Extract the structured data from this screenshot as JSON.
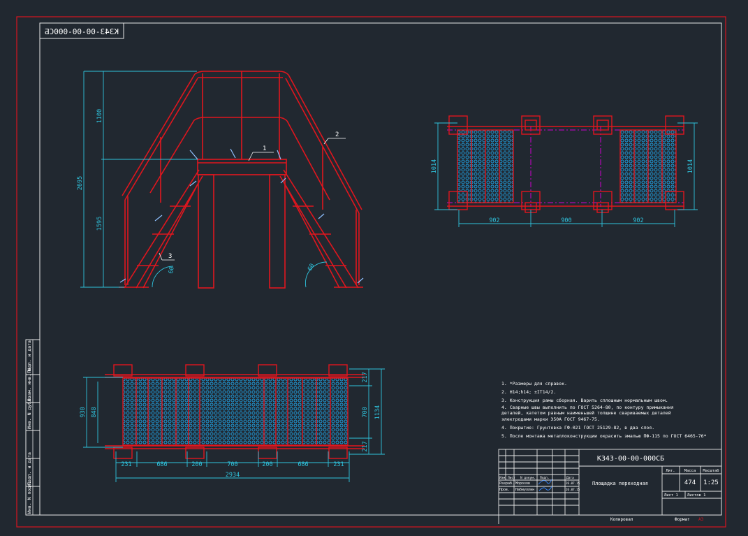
{
  "colors": {
    "background": "#212830",
    "frame": "#e8e8e8",
    "sheet_border": "#d8141f",
    "structure": "#e0161e",
    "dimension": "#2fc3dd",
    "mesh": "#1f9fe0",
    "centerline": "#d000d0",
    "leader": "#8fc0ff",
    "text": "#ffffff",
    "signature": "#3a8aff"
  },
  "drawing": {
    "mirrored_code": "К343-00-00-000СБ",
    "labels": {
      "callout_1": "1",
      "callout_2": "2",
      "callout_3": "3"
    },
    "side_view": {
      "dims": {
        "total_height": "2695",
        "upper": "1100",
        "lower": "1595",
        "angle_left": "60",
        "angle_right": "60"
      }
    },
    "plan_view": {
      "dims": {
        "width_left": "1014",
        "width_right": "1014",
        "span_1": "902",
        "span_2": "900",
        "span_3": "902"
      }
    },
    "bottom_view": {
      "dims": {
        "d231a": "231",
        "d686a": "686",
        "d200a": "200",
        "d700": "700",
        "d200b": "200",
        "d686b": "686",
        "d231b": "231",
        "total_length": "2934",
        "d930": "930",
        "d848": "848",
        "d217a": "217",
        "d700v": "700",
        "d217b": "217",
        "d1134": "1134"
      }
    }
  },
  "notes": [
    "1. *Размеры для справок.",
    "2. Н14;h14; ±IT14/2.",
    "3. Конструкция рамы сборная. Варить сплошным нормальным швом.",
    "4. Сварные швы выполнить по ГОСТ 5264-80, по контуру примыкания",
    "    деталей, катетом равным наименьшей толщине свариваемых деталей",
    "    электродами марки Э50А ГОСТ 9467-75.",
    "4. Покрытие: Грунтовка ГФ-021 ГОСТ 25129-82, в два слоя.",
    "5. После монтажа металлоконструкции окрасить эмалью ПФ-115 по ГОСТ 6465-76*"
  ],
  "side_stamp": [
    "Подп. и дата",
    "Взам. инв. N",
    "Инв. N дубл.",
    "Подп. и дата",
    "Инв. N подл."
  ],
  "title_block": {
    "code": "К343-00-00-000СБ",
    "name": "Площадка переходная",
    "col_lit": "Лит.",
    "col_mass": "Масса",
    "col_scale": "Масштаб",
    "mass": "474",
    "scale": "1:25",
    "sheet": "Лист 1",
    "sheets": "Листов 1",
    "hdr_izm": "Изм.",
    "hdr_list": "Лист",
    "hdr_doc": "N докум.",
    "hdr_sign": "Подп.",
    "hdr_date": "Дата",
    "role_dev": "Разраб.",
    "role_check": "Пров.",
    "dev_name": "Морозов",
    "check_name": "Набиуллин",
    "dev_date": "26.07.15",
    "check_date": "26.07.15",
    "copied": "Копировал",
    "format_label": "Формат",
    "format_value": "A3"
  }
}
